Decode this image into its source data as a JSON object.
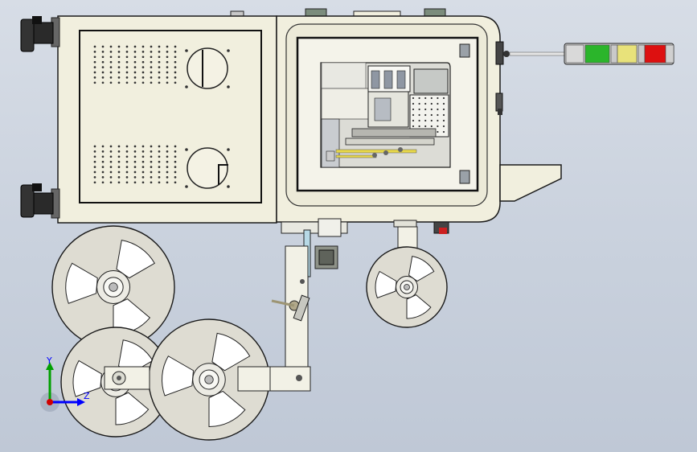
{
  "viewport": {
    "type": "cad-3d-view",
    "background_colors": [
      "#d7dde6",
      "#bfc8d6"
    ]
  },
  "triad": {
    "y_label": "Y",
    "z_label": "Z",
    "colors": {
      "y": "#00a000",
      "z": "#0000ff",
      "x": "#d00000"
    }
  },
  "colors": {
    "body": "#f1efde",
    "outline": "#1a1a1a",
    "reel": "#dedcd2",
    "signal_tower": [
      "#2bb52b",
      "#e8e27a",
      "#dd1010"
    ]
  }
}
